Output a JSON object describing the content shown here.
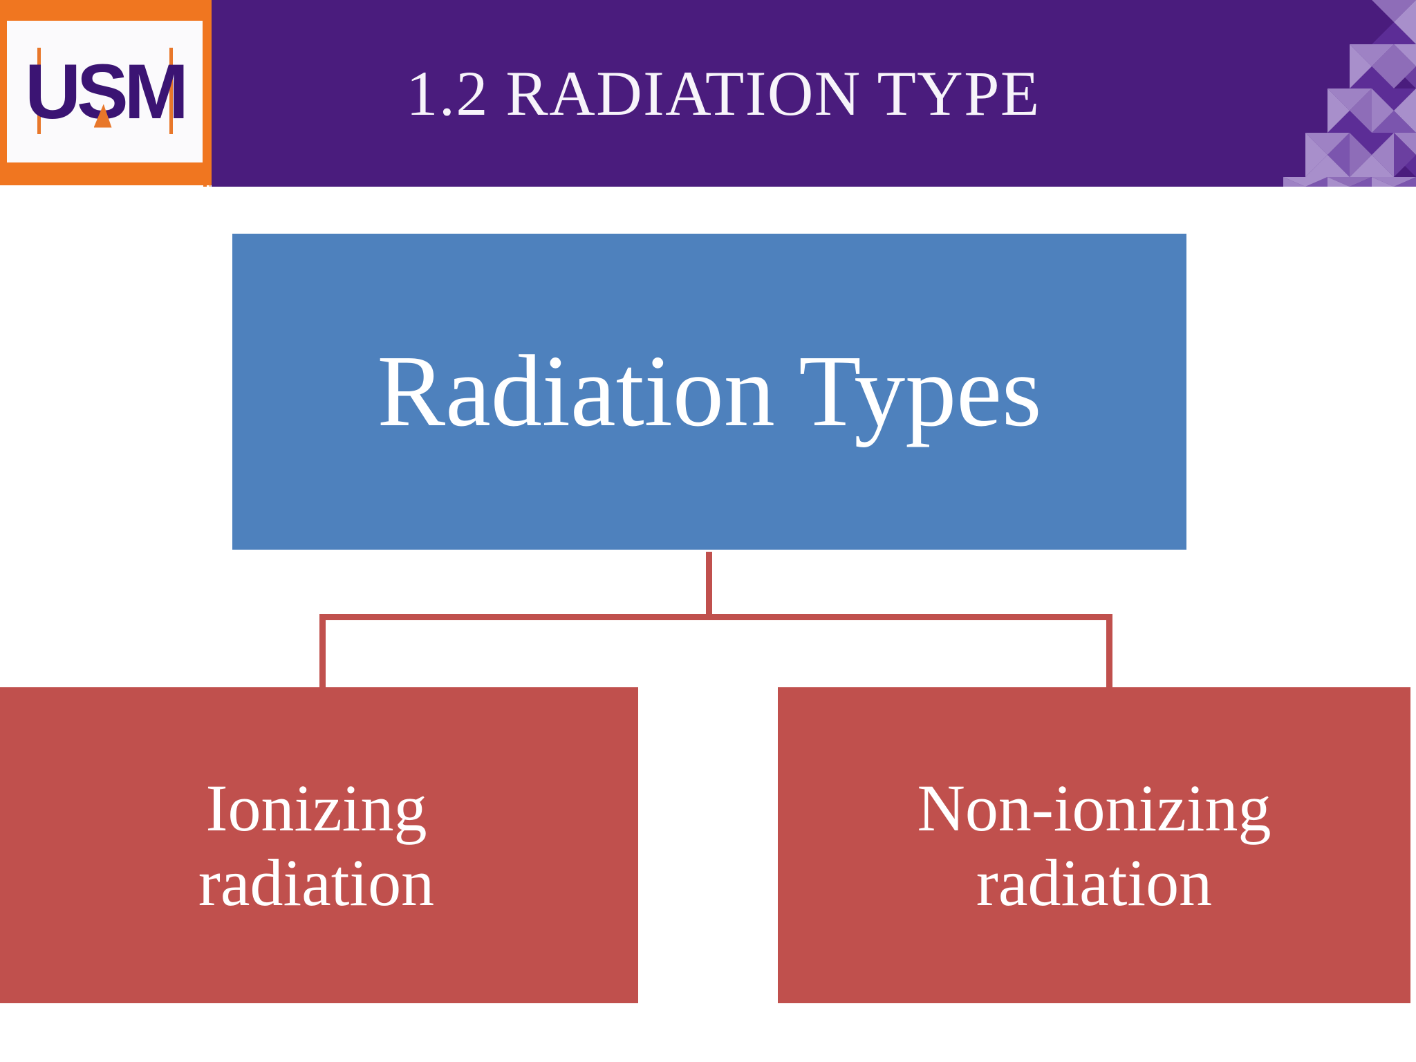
{
  "slide": {
    "title": "1.2  RADIATION TYPE",
    "background_color": "#FFFFFF"
  },
  "header": {
    "title": "1.2  RADIATION TYPE",
    "band_color": "#4A1C7D",
    "title_color": "#F7F4FA",
    "accent_color": "#E8772A",
    "decoration": "triangle-mosaic"
  },
  "logo": {
    "name": "usm-logo",
    "text": "USM",
    "frame_color": "#F07620",
    "letter_color": "#3B1473",
    "background_color": "#FBFAFC"
  },
  "diagram": {
    "type": "hierarchy",
    "root": {
      "label": "Radiation Types",
      "fill_color": "#4E81BD",
      "text_color": "#FFFFFF"
    },
    "connector_color": "#C0504D",
    "children": [
      {
        "label": "Ionizing radiation",
        "line1": "Ionizing",
        "line2": "radiation",
        "fill_color": "#C0504D",
        "text_color": "#FFFFFF"
      },
      {
        "label": "Non-ionizing radiation",
        "line1": "Non-ionizing",
        "line2": "radiation",
        "fill_color": "#C0504D",
        "text_color": "#FFFFFF"
      }
    ]
  }
}
